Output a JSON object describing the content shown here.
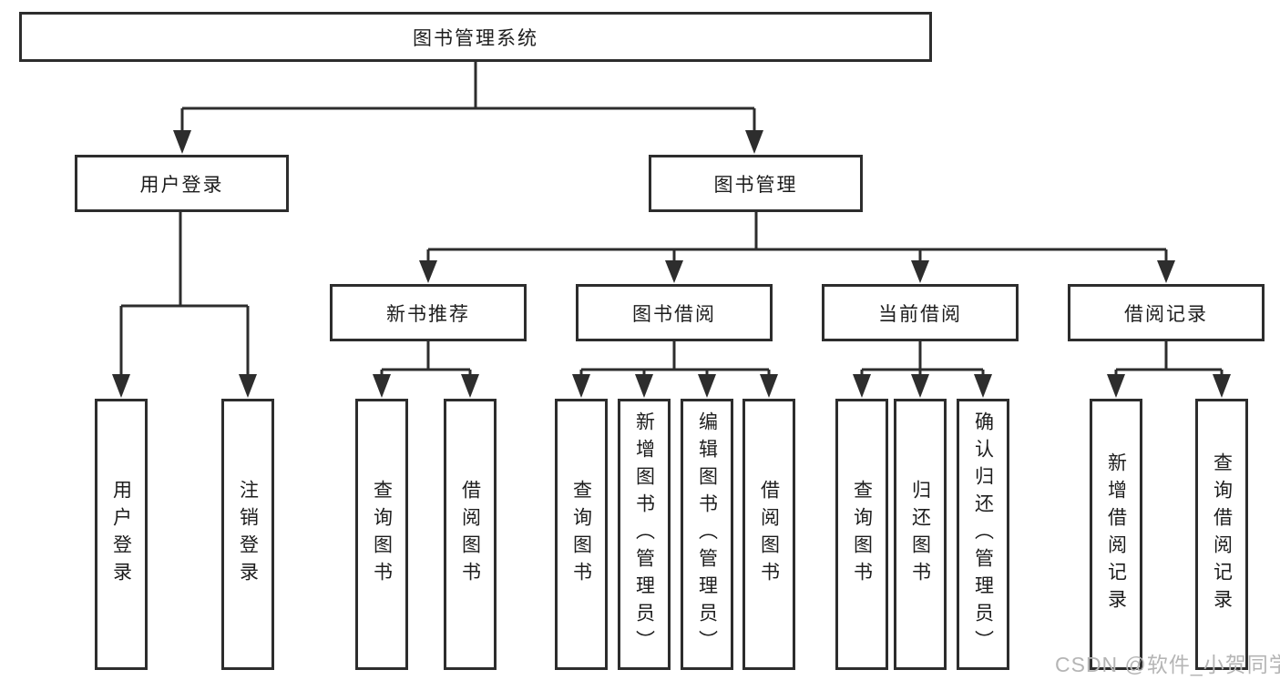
{
  "watermark": "CSDN @软件_小贺同学",
  "colors": {
    "line": "#2d2d2d",
    "text": "#1d1d1d",
    "watermark": "#b5b5b5"
  },
  "tree": {
    "root": "图书管理系统",
    "user_login": {
      "label": "用户登录",
      "children": [
        "用户登录",
        "注销登录"
      ]
    },
    "book_mgmt": {
      "label": "图书管理",
      "children": [
        {
          "label": "新书推荐",
          "children": [
            "查询图书",
            "借阅图书"
          ]
        },
        {
          "label": "图书借阅",
          "children": [
            "查询图书",
            "新增图书（管理员）",
            "编辑图书（管理员）",
            "借阅图书"
          ]
        },
        {
          "label": "当前借阅",
          "children": [
            "查询图书",
            "归还图书",
            "确认归还（管理员）"
          ]
        },
        {
          "label": "借阅记录",
          "children": [
            "新增借阅记录",
            "查询借阅记录"
          ]
        }
      ]
    }
  }
}
